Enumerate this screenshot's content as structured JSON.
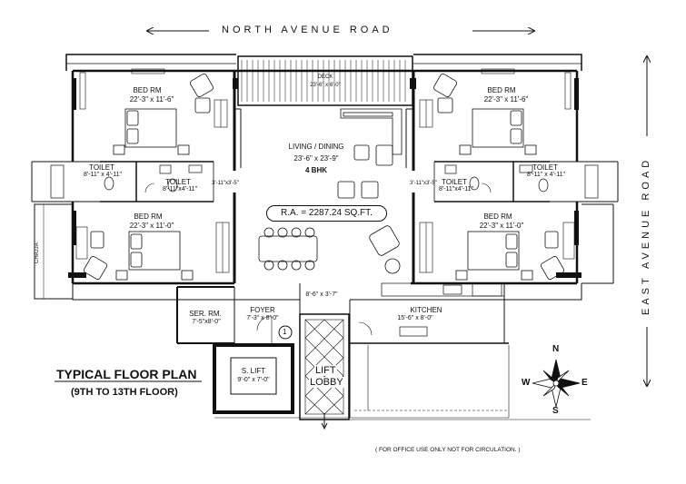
{
  "roads": {
    "north": "NORTH AVENUE ROAD",
    "east": "EAST AVENUE ROAD"
  },
  "rooms": {
    "deck": {
      "name": "DECK",
      "dim": "23'-6\" x 6'-0\""
    },
    "bed_nw": {
      "name": "BED RM",
      "dim": "22'-3\" x 11'-6\""
    },
    "bed_ne": {
      "name": "BED RM",
      "dim": "22'-3\" x 11'-6\""
    },
    "living": {
      "name": "LIVING / DINING",
      "dim": "23'-6\" x 23'-9\"",
      "type": "4 BHK"
    },
    "toilet_w1": {
      "name": "TOILET",
      "dim": "8'-11\" x 4'-11\""
    },
    "toilet_w2": {
      "name": "TOILET",
      "dim": "8'-11\"x4'-11\""
    },
    "toilet_e1": {
      "name": "TOILET",
      "dim": "8'-11\"x4'-11\""
    },
    "toilet_e2": {
      "name": "TOILET",
      "dim": "8'-11\" x 4'-11\""
    },
    "passage_w": "3'-11\"x3'-5\"",
    "passage_e": "3'-11\"x3'-5\"",
    "bed_sw": {
      "name": "BED RM",
      "dim": "22'-3\" x 11'-0\""
    },
    "bed_se": {
      "name": "BED RM",
      "dim": "22'-3\" x 11'-0\""
    },
    "chajja": "CHAJJA",
    "ser_rm": {
      "name": "SER. RM.",
      "dim": "7'-5\"x8'-0\""
    },
    "foyer": {
      "name": "FOYER",
      "dim": "7'-3\" x 8'-0\""
    },
    "foyer_passage": "8'-6\" x 3'-7\"",
    "kitchen": {
      "name": "KITCHEN",
      "dim": "15'-6\" x 8'-0\""
    },
    "s_lift": {
      "name": "S. LIFT",
      "dim": "9'-0\" x 7'-0\""
    },
    "lift_lobby": {
      "line1": "LIFT",
      "line2": "LOBBY"
    }
  },
  "area": "R.A. = 2287.24 SQ.FT.",
  "marker": "1",
  "title": {
    "main": "TYPICAL FLOOR PLAN",
    "sub": "(9TH TO 13TH FLOOR)"
  },
  "compass": {
    "n": "N",
    "s": "S",
    "e": "E",
    "w": "W"
  },
  "note": "( FOR OFFICE USE ONLY NOT FOR CIRCULATION. )"
}
